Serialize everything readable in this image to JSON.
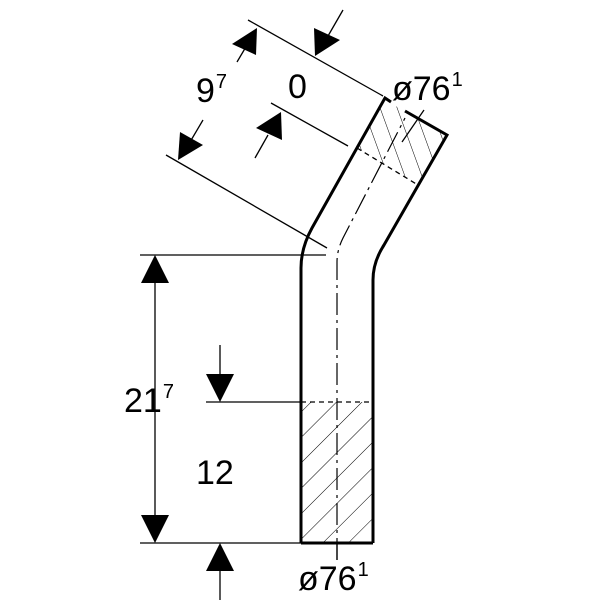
{
  "drawing": {
    "dim_top_left": {
      "value": "9",
      "sup": "7"
    },
    "dim_top_inner": {
      "value": "0"
    },
    "dim_top_diameter": {
      "value": "ø76",
      "sup": "1"
    },
    "dim_height_total": {
      "value": "21",
      "sup": "7"
    },
    "dim_height_insert": {
      "value": "12"
    },
    "dim_bottom_diameter": {
      "value": "ø76",
      "sup": "1"
    }
  }
}
